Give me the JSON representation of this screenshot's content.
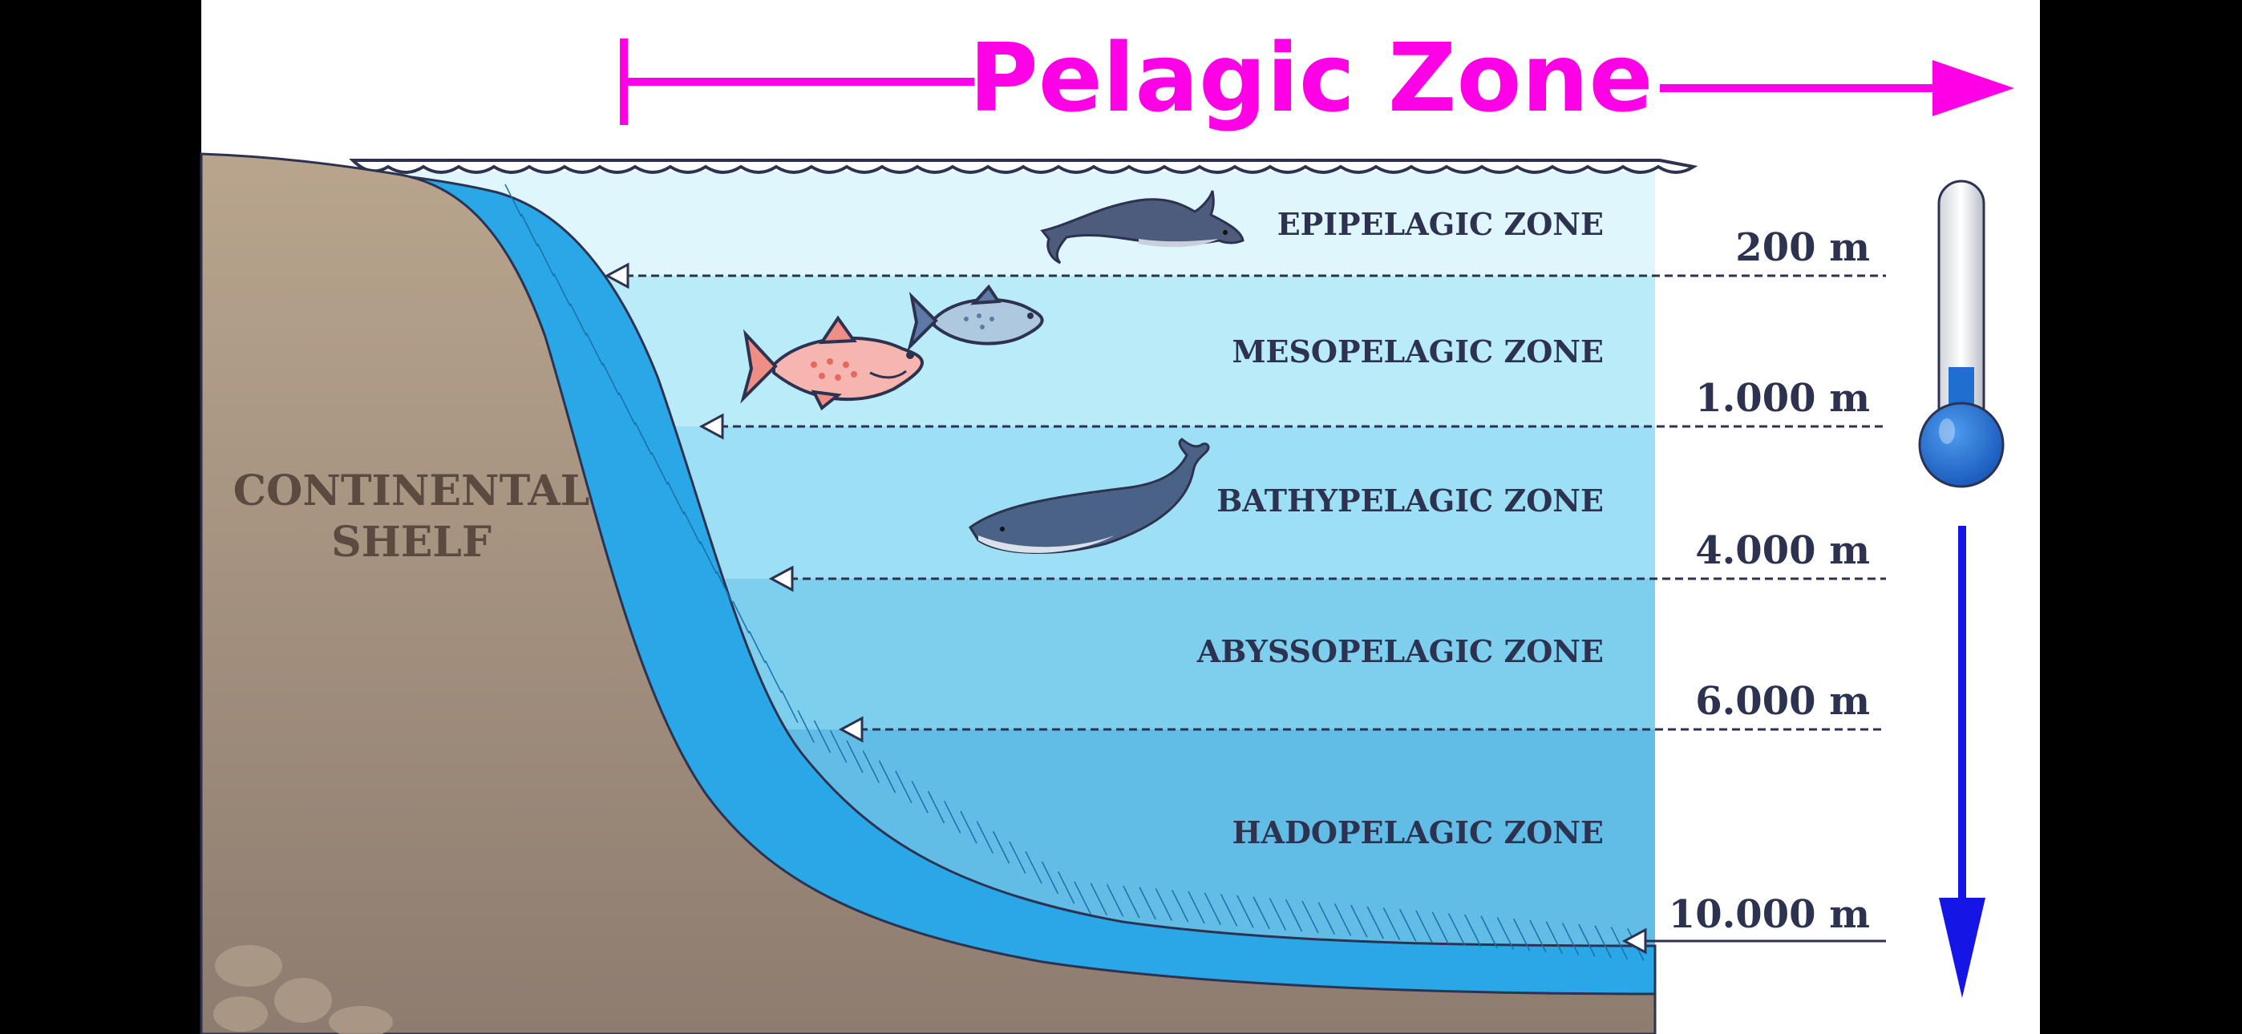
{
  "title": "Pelagic Zone",
  "shelf_label": [
    "CONTINENTAL",
    "SHELF"
  ],
  "zones": [
    {
      "name": "EPIPELAGIC ZONE"
    },
    {
      "name": "MESOPELAGIC ZONE"
    },
    {
      "name": "BATHYPELAGIC ZONE"
    },
    {
      "name": "ABYSSOPELAGIC ZONE"
    },
    {
      "name": "HADOPELAGIC ZONE"
    }
  ],
  "depths": [
    "200 m",
    "1.000 m",
    "4.000 m",
    "6.000 m",
    "10.000 m"
  ],
  "colors": {
    "title": "#ff00e6",
    "zone_text": "#2d3250",
    "shelf_text": "#5c4a40",
    "depth_arrow": "#1515e6",
    "slope": "#2aa7e6",
    "water": [
      "#dff7fc",
      "#b9ecf8",
      "#9ddff4",
      "#7ecfee",
      "#62bde6"
    ],
    "thermometer": "#1f6fd0"
  },
  "icons": [
    "dolphin-icon",
    "salmon-icon",
    "fish-icon",
    "whale-icon",
    "thermometer-icon"
  ]
}
